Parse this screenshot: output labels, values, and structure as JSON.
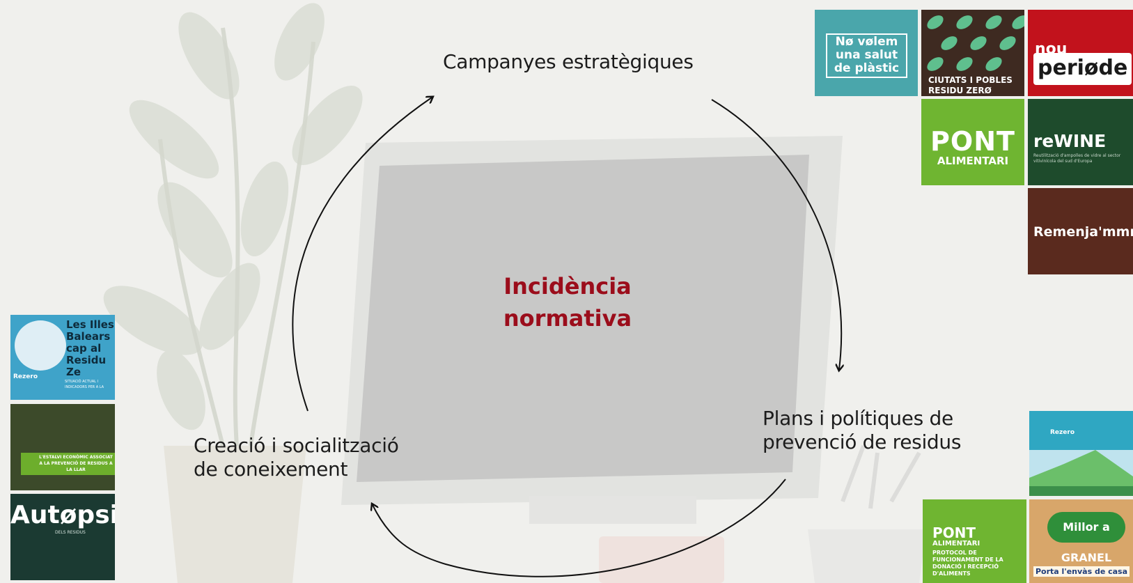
{
  "cycle": {
    "center": [
      "Incidència",
      "normativa"
    ],
    "steps": {
      "top": "Campanyes estratègiques",
      "right": [
        "Plans i polítiques de",
        "prevenció de residus"
      ],
      "left": [
        "Creació i socialització",
        "de coneixement"
      ]
    }
  },
  "campaign_tiles": {
    "no_volem": [
      "Nø vølem",
      "una salut",
      "de plàstic"
    ],
    "ciutats": [
      "CIUTATS I POBLES",
      "RESIDU ZERØ"
    ],
    "nou_periode": [
      "nou",
      "periøde"
    ],
    "pont_alimentari": [
      "PONT",
      "ALIMENTARI"
    ],
    "rewine": [
      "reWINE",
      "Reutilització d'ampolles de vidre al sector vitivinícola del sud d'Europa"
    ],
    "remenjamm": "Remenja'mmm"
  },
  "publications": {
    "illes_balears": {
      "title": [
        "Les Illes",
        "Balears",
        "cap al",
        "Residu Ze"
      ],
      "brand": "Rezero",
      "subtitle": "SITUACIÓ ACTUAL I INDICADORS PER A LA"
    },
    "estalvi": "L'ESTALVI ECONÒMIC ASSOCIAT A LA PREVENCIÓ DE RESIDUS A LA LLAR",
    "autopsia": [
      "Autøpsia",
      "DELS RESIDUS"
    ],
    "guia": "Rezero",
    "protocol": [
      "PONT",
      "ALIMENTARI",
      "PROTOCOL DE FUNCIONAMENT DE LA DONACIÓ I RECEPCIÓ D'ALIMENTS"
    ],
    "granel": [
      "Millor a",
      "GRANEL",
      "Porta l'envàs de casa"
    ]
  },
  "colors": {
    "center_text": "#9b0d1b",
    "arrow": "#111111"
  }
}
